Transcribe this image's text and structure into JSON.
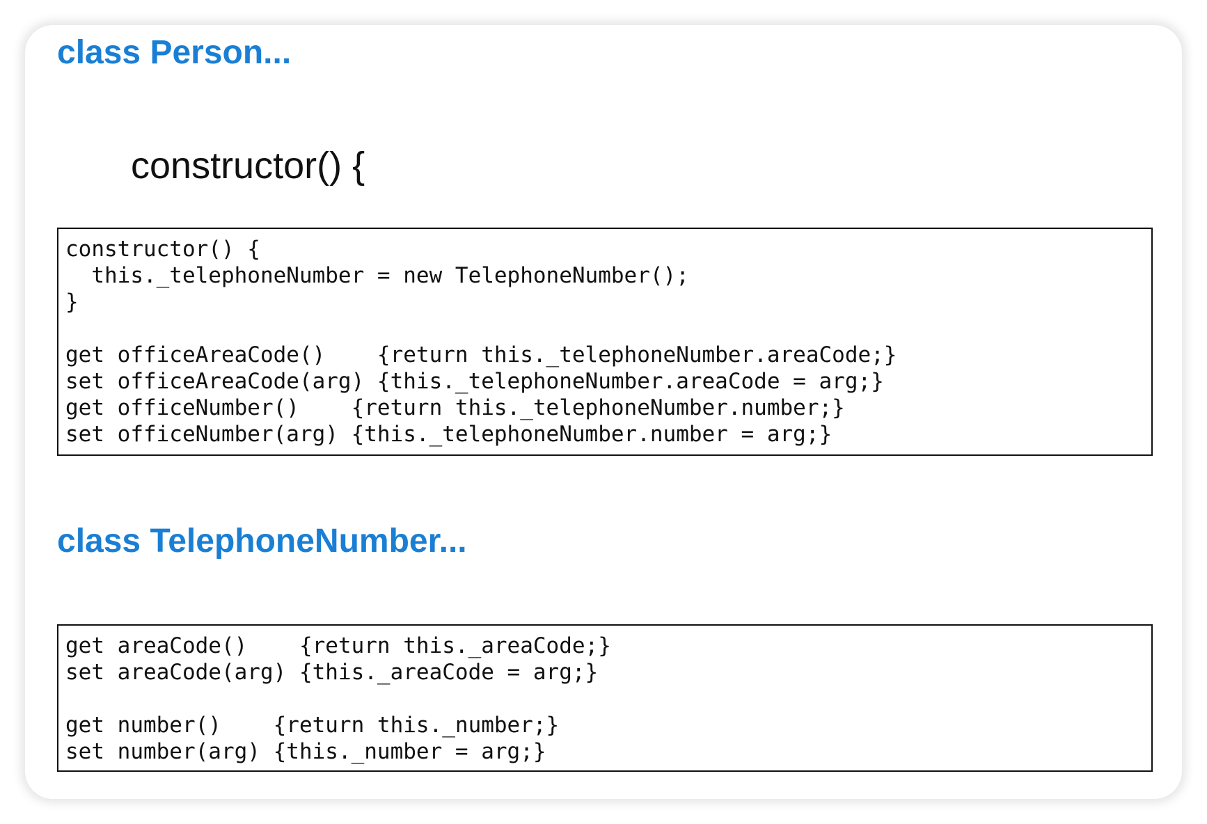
{
  "person_section": {
    "heading": "class Person...",
    "subheading": "constructor() {",
    "code_lines": [
      "constructor() {",
      "  this._telephoneNumber = new TelephoneNumber();",
      "}",
      "",
      "get officeAreaCode()    {return this._telephoneNumber.areaCode;}",
      "set officeAreaCode(arg) {this._telephoneNumber.areaCode = arg;}",
      "get officeNumber()    {return this._telephoneNumber.number;}",
      "set officeNumber(arg) {this._telephoneNumber.number = arg;}"
    ]
  },
  "telephone_section": {
    "heading": "class TelephoneNumber...",
    "code_lines": [
      "get areaCode()    {return this._areaCode;}",
      "set areaCode(arg) {this._areaCode = arg;}",
      "",
      "get number()    {return this._number;}",
      "set number(arg) {this._number = arg;}"
    ]
  },
  "colors": {
    "heading": "#1a7fd4",
    "text": "#111111",
    "border": "#111111"
  }
}
